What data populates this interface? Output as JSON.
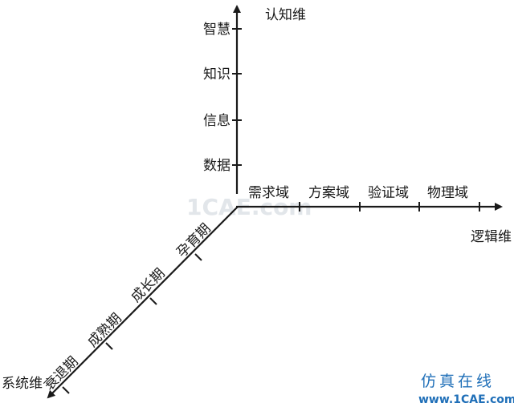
{
  "axes": {
    "vertical": {
      "title": "认知维",
      "ticks": [
        "数据",
        "信息",
        "知识",
        "智慧"
      ]
    },
    "horizontal": {
      "title": "逻辑维",
      "ticks": [
        "需求域",
        "方案域",
        "验证域",
        "物理域"
      ]
    },
    "diagonal": {
      "title": "系统维",
      "ticks": [
        "孕育期",
        "成长期",
        "成熟期",
        "衰退期"
      ]
    }
  },
  "watermark": {
    "faint": "1CAE.com",
    "brand": "仿真在线",
    "url": "www.1CAE.com",
    "colors": {
      "brand": "#1f6fb8"
    }
  }
}
